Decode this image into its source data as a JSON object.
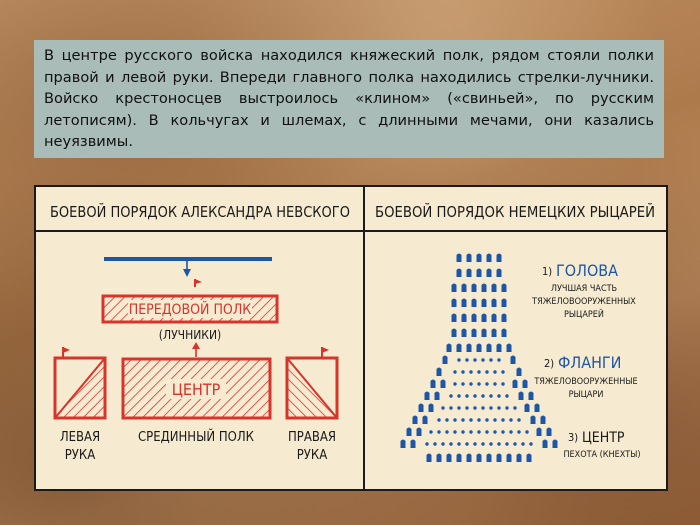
{
  "intro_text": "В центре русского войска находился княжеский полк, рядом стояли полки правой и левой руки. Впереди главного полка находились стрелки-лучники. Войско крестоносцев выстроилось «клином» («свиньей», по русским летописям). В кольчугах и шлемах, с длинными мечами, они казались неуязвимы.",
  "left_panel": {
    "title": "БОЕВОЙ ПОРЯДОК АЛЕКСАНДРА НЕВСКОГО",
    "vanguard": "ПЕРЕДОВОЙ ПОЛК",
    "vanguard_sub": "(ЛУЧНИКИ)",
    "center": "ЦЕНТР",
    "left_hand_1": "ЛЕВАЯ",
    "left_hand_2": "РУКА",
    "middle_regiment": "СРЕДИННЫЙ ПОЛК",
    "right_hand_1": "ПРАВАЯ",
    "right_hand_2": "РУКА"
  },
  "right_panel": {
    "title": "БОЕВОЙ ПОРЯДОК НЕМЕЦКИХ РЫЦАРЕЙ",
    "head_num": "1)",
    "head_label": "ГОЛОВА",
    "head_desc_1": "ЛУЧШАЯ ЧАСТЬ",
    "head_desc_2": "ТЯЖЕЛОВООРУЖЕННЫХ",
    "head_desc_3": "РЫЦАРЕЙ",
    "flanks_num": "2)",
    "flanks_label": "ФЛАНГИ",
    "flanks_desc_1": "ТЯЖЕЛОВООРУЖЕННЫЕ",
    "flanks_desc_2": "РЫЦАРИ",
    "center_num": "3)",
    "center_label": "ЦЕНТР",
    "center_desc": "ПЕХОТА (КНЕХТЫ)"
  },
  "colors": {
    "red": "#d6342c",
    "blue": "#1d56a6",
    "ink": "#1a1a1a",
    "paper": "#f6ebd0",
    "textbox": "#a9bcb8"
  }
}
